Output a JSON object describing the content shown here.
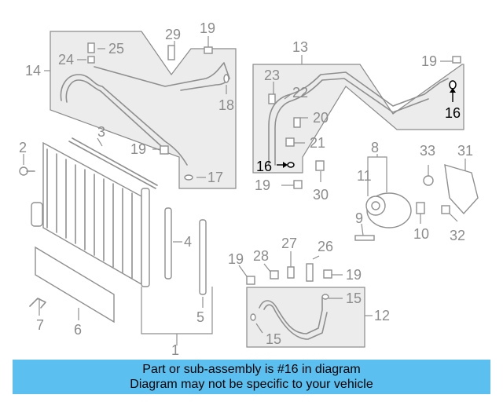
{
  "diagram": {
    "labels": {
      "l1": "1",
      "l2": "2",
      "l3": "3",
      "l4": "4",
      "l5": "5",
      "l6": "6",
      "l7": "7",
      "l8": "8",
      "l9": "9",
      "l10": "10",
      "l11": "11",
      "l12": "12",
      "l13": "13",
      "l14": "14",
      "l15a": "15",
      "l15b": "15",
      "l16a": "16",
      "l16b": "16",
      "l17": "17",
      "l18": "18",
      "l19a": "19",
      "l19b": "19",
      "l19c": "19",
      "l19d": "19",
      "l19e": "19",
      "l19f": "19",
      "l20": "20",
      "l21": "21",
      "l22": "22",
      "l23": "23",
      "l24": "24",
      "l25": "25",
      "l26": "26",
      "l27": "27",
      "l28": "28",
      "l29": "29",
      "l30": "30",
      "l31": "31",
      "l32": "32",
      "l33": "33"
    },
    "highlight_color": "#000000",
    "parts_color": "#8f8f8f"
  },
  "banner": {
    "line1": "Part or sub-assembly is #16 in diagram",
    "line2": "Diagram may not be specific to your vehicle",
    "background": "#5bc0f0"
  }
}
